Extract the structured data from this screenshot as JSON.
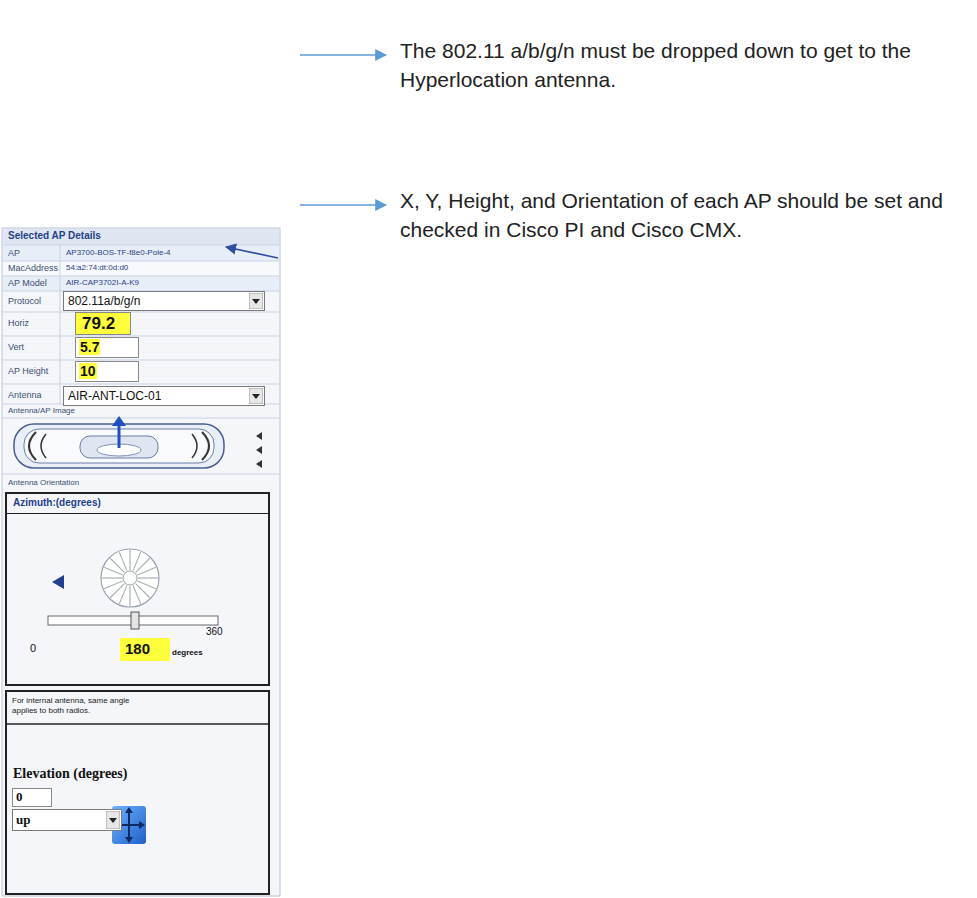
{
  "diagram": {
    "nodes": [
      {
        "text": [
          "Selected AP Details"
        ]
      },
      {
        "text": [
          "802.11a/b/g/n"
        ],
        "in": 0
      },
      {
        "text": [
          "79.2"
        ],
        "in": 0
      },
      {
        "text": [
          "5.7"
        ],
        "in": 0
      },
      {
        "text": [
          "10"
        ],
        "in": 0
      },
      {
        "text": [
          "AIR-ANT-LOC-01"
        ],
        "in": 0
      },
      {
        "text": [
          "Azimuth:(degrees)"
        ],
        "in": 0
      },
      {
        "text": [
          "180"
        ],
        "in": 6
      },
      {
        "text": [
          "For internal antenna, same angle applies to both radios.",
          "Elevation (degrees)"
        ],
        "in": 0
      },
      {
        "text": [
          "0"
        ],
        "in": 8
      },
      {
        "text": [
          "up"
        ],
        "in": 8
      }
    ],
    "labels": [
      "The 802.11 a/b/g/n must be dropped down to get to the Hyperlocation antenna.",
      "X, Y, Height, and Orientation of each AP should be set and checked in Cisco PI and Cisco CMX.",
      "AP",
      "AP3700-BOS-TF-f8e0-Pole-4",
      "MacAddress",
      "54:a2:74:dt:0d:d0",
      "AP Model",
      "AIR-CAP3702I-A-K9",
      "Protocol",
      "Horiz",
      "Vert",
      "AP Height",
      "Antenna",
      "Antenna/AP Image",
      "Antenna Orientation",
      "0",
      "degrees",
      "360"
    ]
  }
}
